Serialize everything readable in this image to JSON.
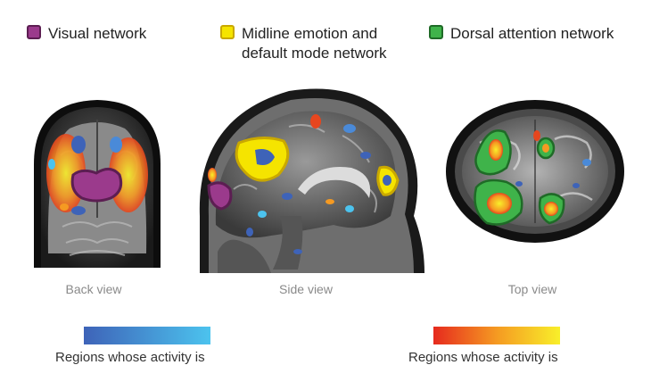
{
  "legend": {
    "visual": {
      "label": "Visual network",
      "color": "#9b3a8c"
    },
    "midline": {
      "line1": "Midline emotion and",
      "line2": "default mode network",
      "color": "#f5e400"
    },
    "dorsal": {
      "label": "Dorsal attention network",
      "color": "#2e9b3a"
    }
  },
  "views": {
    "back": "Back view",
    "side": "Side view",
    "top": "Top view"
  },
  "scales": {
    "cool": {
      "caption": "Regions whose activity is",
      "from": "#3e63b8",
      "to": "#4cc3ee"
    },
    "warm": {
      "caption": "Regions whose activity is",
      "from": "#e62a1e",
      "to": "#f8ef2a"
    }
  }
}
